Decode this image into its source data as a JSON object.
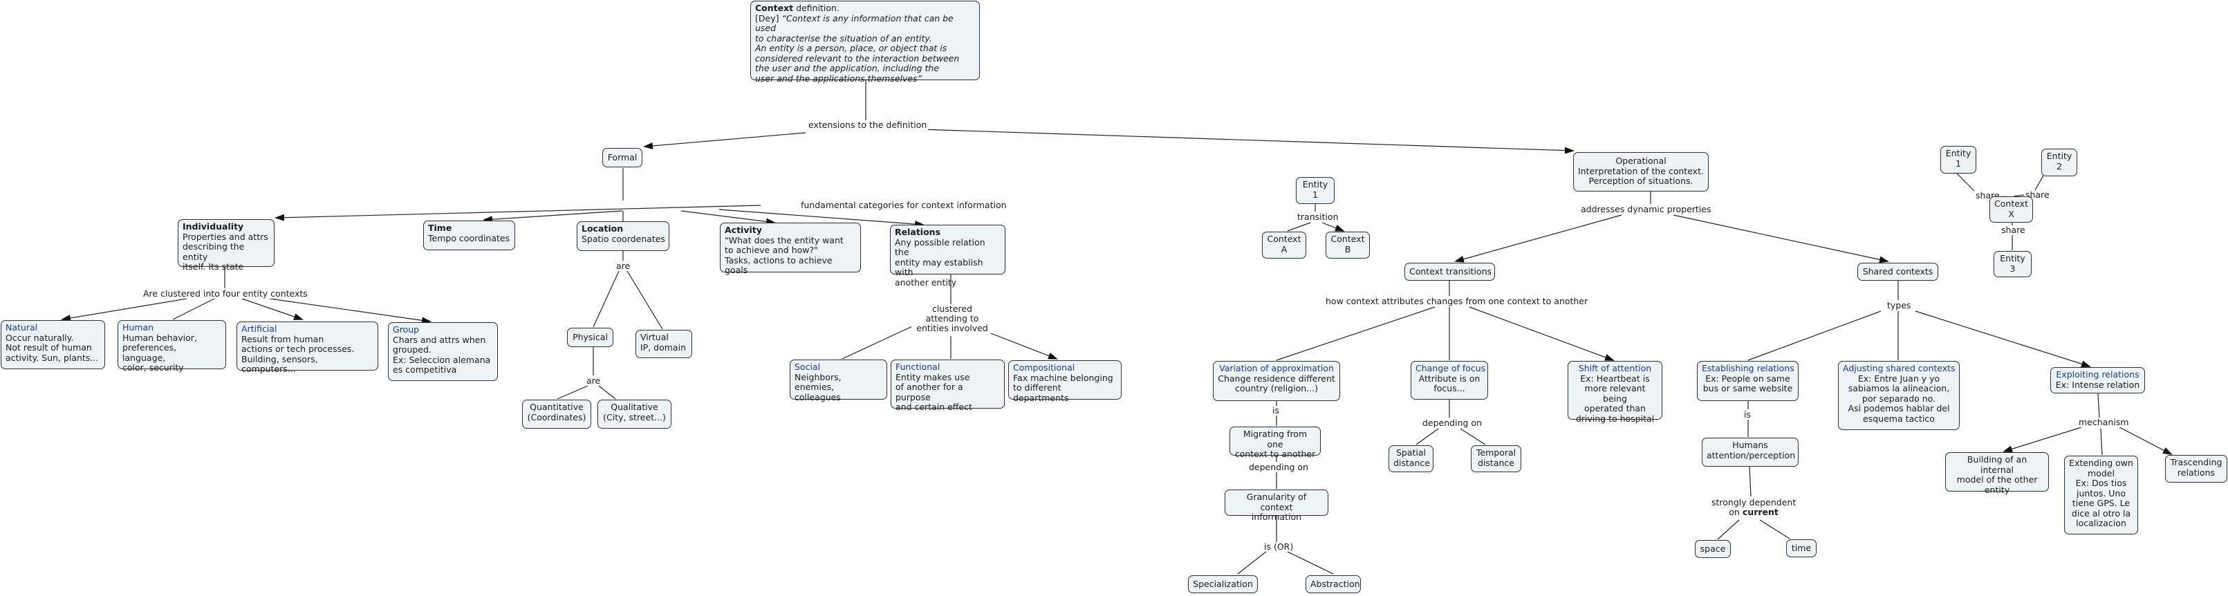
{
  "labels": {
    "ext": "extensions to the definition",
    "fund": "fundamental categories for context information",
    "four": "Are clustered into four entity contexts",
    "are1": "are",
    "are2": "are",
    "clust": "clustered\nattending to\nentities involved",
    "trans": "transition",
    "addr": "addresses dynamic properties",
    "how": "how context attributes changes from one context to another",
    "types": "types",
    "is1": "is",
    "dep1": "depending on",
    "isor": "is (OR)",
    "dep2": "depending on",
    "is2": "is",
    "strong_a": "strongly dependent",
    "strong_b": "on ",
    "strong_c": "current",
    "mech": "mechanism",
    "share1": "share",
    "share2": "share",
    "share3": "share"
  },
  "nodes": {
    "context": {
      "title": "Context",
      "title_rest": " definition.",
      "body_prefix": "[Dey] ",
      "quote": "“Context is any information that can be used\nto characterise the situation of an entity.\nAn entity is a person, place, or object that is\nconsidered relevant to the interaction between\nthe user and the application, including the\nuser and the applications themselves”"
    },
    "formal": {
      "title": "Formal"
    },
    "operational": {
      "body": "Operational\nInterpretation of the context.\nPerception of situations."
    },
    "individuality": {
      "title": "Individuality",
      "body": "Properties and attrs\ndescribing the entity\nitself. Its state"
    },
    "time": {
      "title": "Time",
      "body": "Tempo coordinates"
    },
    "location": {
      "title": "Location",
      "body": "Spatio coordenates"
    },
    "activity": {
      "title": "Activity",
      "body": "\"What does the entity want\nto achieve and how?\"\nTasks, actions to achieve goals"
    },
    "relations": {
      "title": "Relations",
      "body": "Any possible relation the\nentity may establish with\nanother entity"
    },
    "natural": {
      "title": "Natural",
      "body": "Occur naturally.\nNot result of human\nactivity. Sun, plants..."
    },
    "human": {
      "title": "Human",
      "body": "Human behavior,\npreferences, language,\ncolor, security"
    },
    "artificial": {
      "title": "Artificial",
      "body": "Result from human\nactions or tech processes.\nBuilding, sensors, computers..."
    },
    "group": {
      "title": "Group",
      "body": "Chars and attrs when\ngrouped.\nEx: Seleccion alemana\nes competitiva"
    },
    "physical": {
      "body": "Physical"
    },
    "virtual": {
      "body": "Virtual\nIP, domain"
    },
    "quantitative": {
      "body": "Quantitative\n(Coordinates)"
    },
    "qualitative": {
      "body": "Qualitative\n(City, street...)"
    },
    "social": {
      "title": "Social",
      "body": "Neighbors, enemies,\ncolleagues"
    },
    "functional": {
      "title": "Functional",
      "body": "Entity makes use\nof another for a purpose\nand certain effect"
    },
    "compositional": {
      "title": "Compositional",
      "body": "Fax machine belonging\nto different departments"
    },
    "entity1a": {
      "body": "Entity\n1"
    },
    "ctxA": {
      "body": "Context\nA"
    },
    "ctxB": {
      "body": "Context\nB"
    },
    "ctxtrans": {
      "body": "Context transitions"
    },
    "shared": {
      "body": "Shared contexts"
    },
    "variation": {
      "title": "Variation of approximation",
      "body": "Change residence different\ncountry (religion...)"
    },
    "focus": {
      "title": "Change of focus",
      "body": "Attribute is on\nfocus..."
    },
    "shift": {
      "title": "Shift of attention",
      "body": "Ex: Heartbeat is\nmore relevant being\noperated than\ndriving to hospital"
    },
    "migrating": {
      "body": "Migrating from one\ncontext to another"
    },
    "granularity": {
      "body": "Granularity of context\ninformation"
    },
    "special": {
      "body": "Specialization"
    },
    "abstr": {
      "body": "Abstraction"
    },
    "spatial": {
      "body": "Spatial\ndistance"
    },
    "temporal": {
      "body": "Temporal\ndistance"
    },
    "establishing": {
      "title": "Establishing relations",
      "body": "Ex: People on same\nbus or same website"
    },
    "adjusting": {
      "title": "Adjusting shared contexts",
      "body": "Ex: Entre Juan y yo\nsabiamos la alineacion,\npor separado no.\nAsi podemos hablar del\nesquema tactico"
    },
    "exploiting": {
      "title": "Exploiting relations",
      "body": "Ex: Intense relation"
    },
    "humansatt": {
      "body": "Humans\nattention/perception"
    },
    "space": {
      "body": "space"
    },
    "timeN": {
      "body": "time"
    },
    "internal": {
      "body": "Building of an internal\nmodel of the other\nentity"
    },
    "extending": {
      "body": "Extending own\nmodel\nEx: Dos tios\njuntos. Uno\ntiene GPS. Le\ndice al otro la\nlocalizacion"
    },
    "trascending": {
      "body": "Trascending\nrelations"
    },
    "e1": {
      "body": "Entity\n1"
    },
    "e2": {
      "body": "Entity\n2"
    },
    "cx": {
      "body": "Context\nX"
    },
    "e3": {
      "body": "Entity\n3"
    }
  }
}
